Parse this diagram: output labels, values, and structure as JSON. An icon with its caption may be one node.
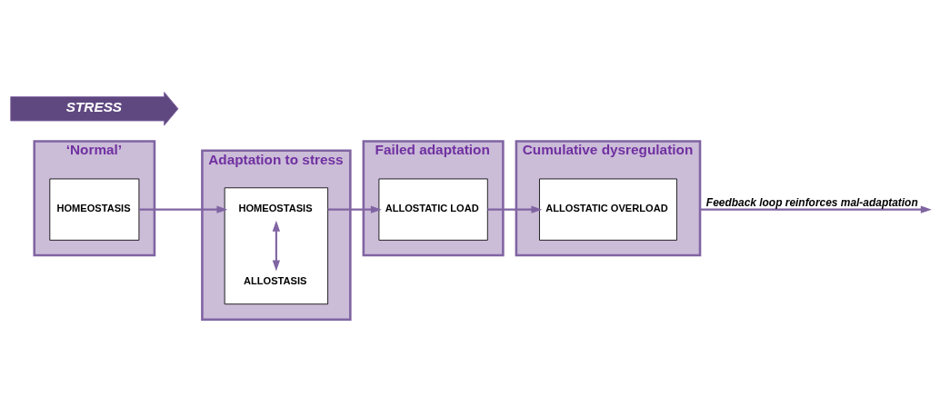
{
  "diagram": {
    "nodes": [
      {
        "text": [
          "‘Normal’"
        ]
      },
      {
        "text": [
          "HOMEOSTASIS"
        ],
        "in": 0
      },
      {
        "text": [
          "Adaptation to stress"
        ]
      },
      {
        "text": [],
        "shape": "box",
        "in": 2
      },
      {
        "text": [
          "HOMEOSTASIS"
        ],
        "in": 3
      },
      {
        "text": [
          "ALLOSTASIS"
        ],
        "in": 3
      },
      {
        "text": [
          "Failed adaptation"
        ]
      },
      {
        "text": [
          "ALLOSTATIC LOAD"
        ],
        "in": 6
      },
      {
        "text": [
          "Cumulative dysregulation"
        ]
      },
      {
        "text": [
          "ALLOSTATIC OVERLOAD"
        ],
        "in": 8
      },
      {
        "text": [
          "STRESS"
        ]
      }
    ],
    "edges": [
      {
        "from": 1,
        "to": 3,
        "arrow": "to"
      },
      {
        "from": 4,
        "to": 5,
        "arrow": "both"
      },
      {
        "from": 3,
        "to": 7,
        "arrow": "to"
      },
      {
        "from": 7,
        "to": 9,
        "arrow": "to"
      },
      {
        "from": 8,
        "to": null,
        "arrow": "to",
        "label": "Feedback loop reinforces mal-adaptation"
      }
    ]
  }
}
